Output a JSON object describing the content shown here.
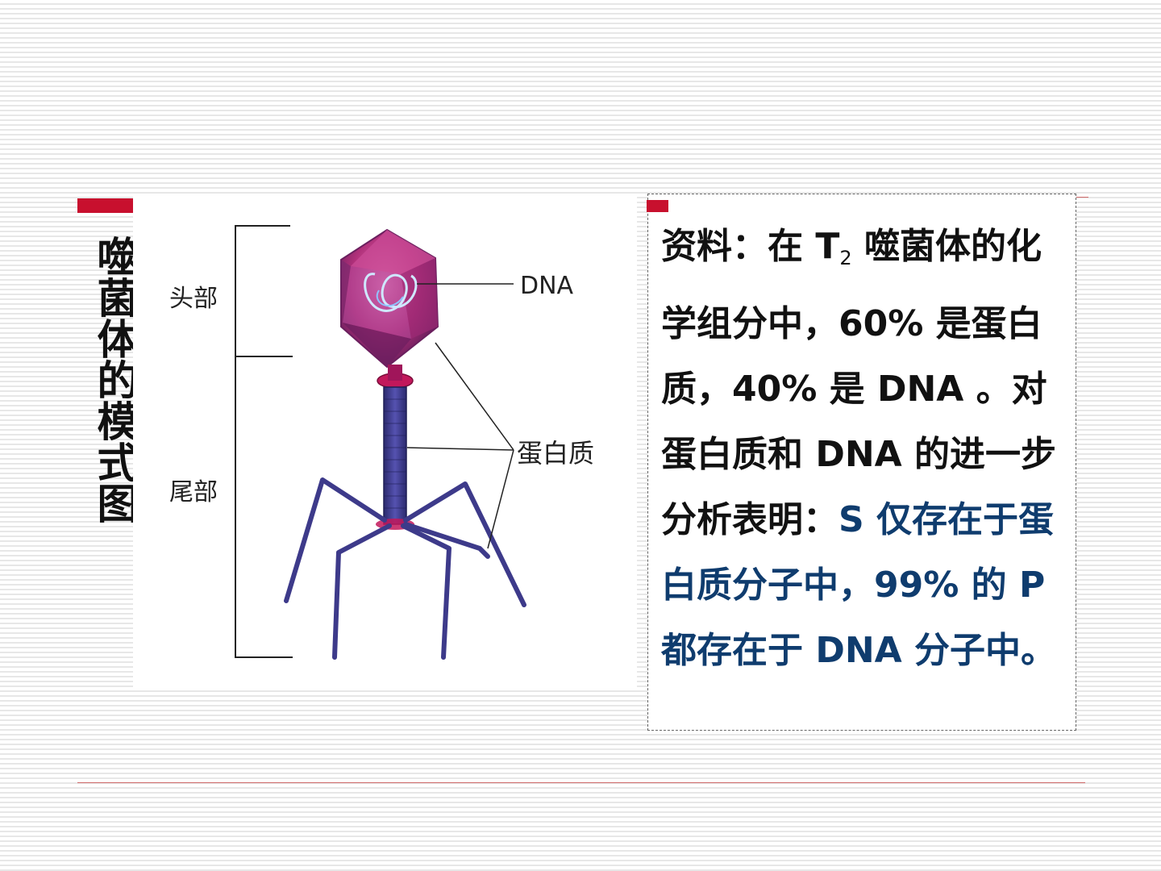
{
  "title": "噬菌体的模式图",
  "figure": {
    "labels": {
      "head": "头部",
      "tail": "尾部",
      "dna": "DNA",
      "protein": "蛋白质"
    }
  },
  "info": {
    "p1": "资料：在 T",
    "sub": "2",
    "p2": " 噬菌体的化学组分中，60% 是蛋白质，40% 是 DNA 。对蛋白质和 DNA 的进一步分析表明：",
    "p3": "S 仅存在于蛋白质分子中，99% 的 P 都存在于 DNA 分子中。"
  },
  "colors": {
    "accent_red": "#c8102e",
    "highlight_blue": "#0f3c6e",
    "phage_head": "#b0307a",
    "phage_tail": "#3d3a8a"
  }
}
